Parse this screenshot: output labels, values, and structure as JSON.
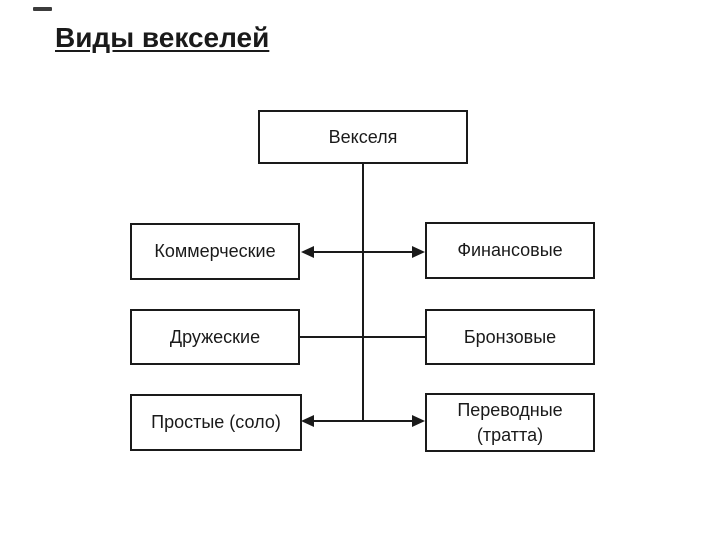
{
  "slide": {
    "title": "Виды векселей",
    "background_color": "#ffffff"
  },
  "diagram": {
    "root": {
      "label": "Векселя"
    },
    "rows": [
      {
        "connector": "double-headed-arrow",
        "left": {
          "label": "Коммерческие"
        },
        "right": {
          "label": "Финансовые"
        }
      },
      {
        "connector": "plain-line",
        "left": {
          "label": "Дружеские"
        },
        "right": {
          "label": "Бронзовые"
        }
      },
      {
        "connector": "double-headed-arrow",
        "left": {
          "label": "Простые (соло)"
        },
        "right": {
          "label": "Переводные (тратта)"
        }
      }
    ],
    "colors": {
      "line": "#1a1a1a",
      "box_border": "#1a1a1a",
      "box_fill": "#ffffff",
      "text": "#1a1a1a"
    }
  }
}
